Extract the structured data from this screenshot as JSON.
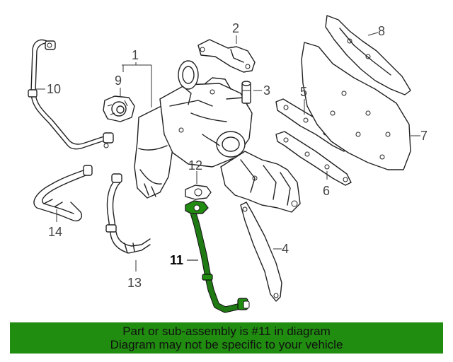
{
  "callouts": {
    "c1": "1",
    "c2": "2",
    "c3": "3",
    "c4": "4",
    "c5": "5",
    "c6": "6",
    "c7": "7",
    "c8": "8",
    "c9": "9",
    "c10": "10",
    "c11": "11",
    "c12": "12",
    "c13": "13",
    "c14": "14"
  },
  "highlight": {
    "part": "11",
    "color": "#208c10"
  },
  "banner": {
    "line1": "Part or sub-assembly is #11 in diagram",
    "line2": "Diagram may not be specific to your vehicle",
    "color": "#208c10"
  }
}
